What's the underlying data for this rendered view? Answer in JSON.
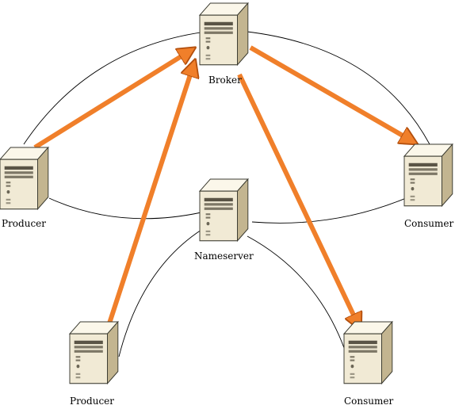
{
  "nodes": {
    "broker": {
      "label": "Broker"
    },
    "producer_left": {
      "label": "Producer"
    },
    "producer_bottom": {
      "label": "Producer"
    },
    "nameserver": {
      "label": "Nameserver"
    },
    "consumer_right": {
      "label": "Consumer"
    },
    "consumer_bottom": {
      "label": "Consumer"
    }
  },
  "colors": {
    "arrow": "#f07f2a",
    "arrow_outline": "#b34f0d",
    "server_front": "#f1ead5",
    "server_side": "#c3b590",
    "server_top": "#fbf7ea",
    "server_outline": "#3a3a30"
  },
  "icons": {
    "server": "server-tower-icon"
  }
}
